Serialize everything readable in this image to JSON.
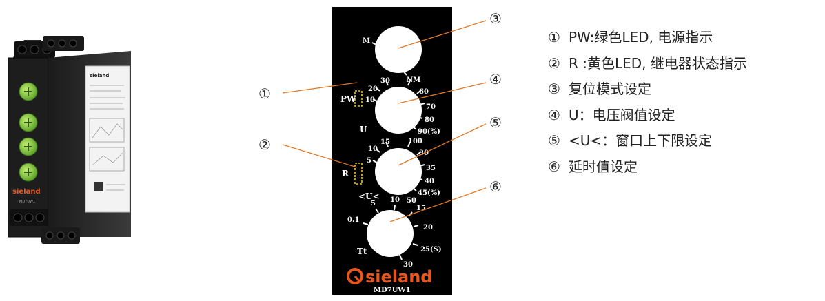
{
  "product_photo": {
    "brand": "sieland",
    "model": "MD7UW1"
  },
  "panel": {
    "brand": "sieland",
    "model": "MD7UW1",
    "background": "#000000",
    "accent": "#e8561d",
    "led_outline": "#e7c51c",
    "led_labels": {
      "pw": "PW",
      "r": "R"
    },
    "dials": {
      "mode": {
        "labels": {
          "m": "M",
          "nm": "NM"
        }
      },
      "u": {
        "label": "U",
        "scale": [
          "10",
          "20",
          "30",
          "60",
          "70",
          "80",
          "90(%)",
          "100"
        ]
      },
      "window": {
        "label": "<U<",
        "scale": [
          "5",
          "10",
          "15",
          "30",
          "35",
          "40",
          "45(%)",
          "50"
        ]
      },
      "tt": {
        "label": "Tt",
        "scale": [
          "0.1",
          "5",
          "10",
          "15",
          "20",
          "25(S)",
          "30"
        ]
      }
    }
  },
  "callouts": {
    "line_color": "#e07a2a",
    "numbers": [
      "①",
      "②",
      "③",
      "④",
      "⑤",
      "⑥"
    ]
  },
  "legend": [
    {
      "num": "①",
      "text": "PW:绿色LED, 电源指示"
    },
    {
      "num": "②",
      "text": "R :黄色LED, 继电器状态指示"
    },
    {
      "num": "③",
      "text": "复位模式设定"
    },
    {
      "num": "④",
      "text": "U：电压阀值设定"
    },
    {
      "num": "⑤",
      "text": "<U<：窗口上下限设定"
    },
    {
      "num": "⑥",
      "text": "延时值设定"
    }
  ]
}
